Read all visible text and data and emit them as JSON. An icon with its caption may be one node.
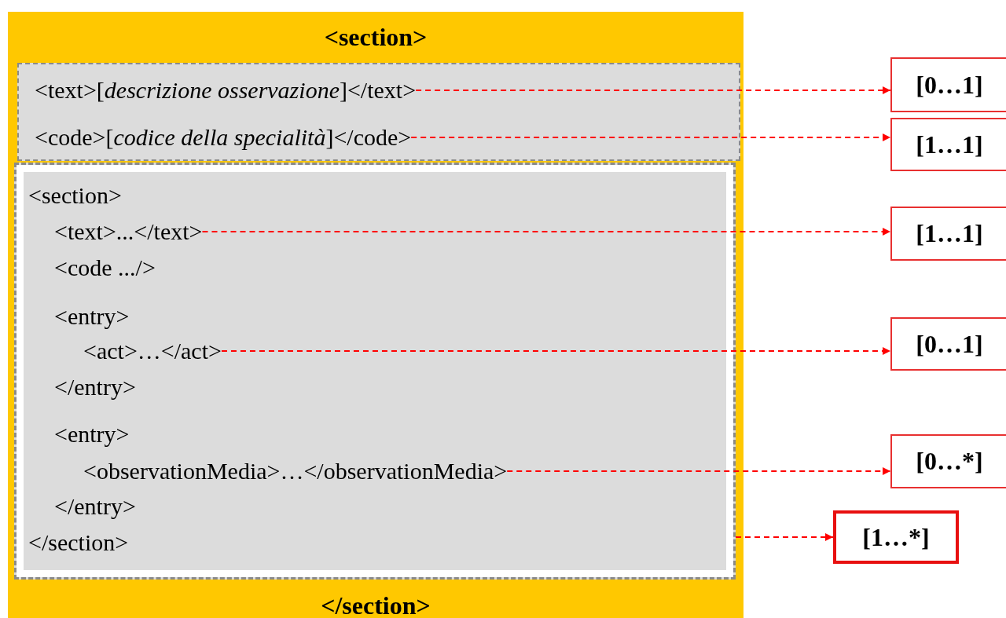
{
  "diagram": {
    "nodes": [
      {
        "text": [
          "<section>",
          "</section>"
        ]
      },
      {
        "text": [],
        "shape": "box",
        "in": 0
      },
      {
        "text": [
          "<text>[*descrizione osservazione*]</text>"
        ],
        "in": 1
      },
      {
        "text": [
          "<code>[*codice della specialità*]</code>"
        ],
        "in": 1
      },
      {
        "text": [],
        "shape": "box",
        "in": 0
      },
      {
        "text": [
          "<text>...</text>"
        ],
        "in": 4
      },
      {
        "text": [
          "<act>…</act>"
        ],
        "in": 4
      },
      {
        "text": [
          "<observationMedia>…</observationMedia>"
        ],
        "in": 4
      },
      {
        "text": [
          "[0…1]"
        ]
      },
      {
        "text": [
          "[1…1]"
        ]
      },
      {
        "text": [
          "[1…1]"
        ]
      },
      {
        "text": [
          "[0…1]"
        ]
      },
      {
        "text": [
          "[0…*]"
        ]
      },
      {
        "text": [
          "[1…*]"
        ]
      }
    ],
    "edges": [
      {
        "from": 2,
        "to": 8,
        "arrow": "to",
        "style": "dashed"
      },
      {
        "from": 3,
        "to": 9,
        "arrow": "to",
        "style": "dashed"
      },
      {
        "from": 5,
        "to": 10,
        "arrow": "to",
        "style": "dashed"
      },
      {
        "from": 6,
        "to": 11,
        "arrow": "to",
        "style": "dashed"
      },
      {
        "from": 7,
        "to": 12,
        "arrow": "to",
        "style": "dashed"
      },
      {
        "from": 4,
        "to": 13,
        "arrow": "to",
        "style": "dashed"
      }
    ],
    "labels": [
      "<section>",
      "<code .../>",
      "<entry>",
      "</entry>",
      "<entry>",
      "</entry>",
      "</section>"
    ]
  }
}
